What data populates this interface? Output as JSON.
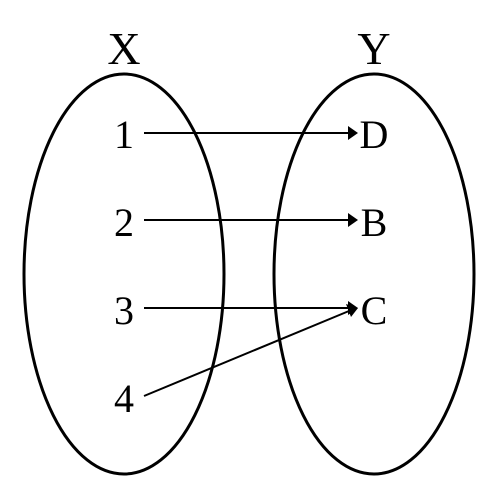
{
  "sets": {
    "domain": {
      "title": "X",
      "elements": [
        "1",
        "2",
        "3",
        "4"
      ]
    },
    "codomain": {
      "title": "Y",
      "elements": [
        "D",
        "B",
        "C"
      ]
    }
  },
  "mappings": [
    {
      "from": "1",
      "to": "D"
    },
    {
      "from": "2",
      "to": "B"
    },
    {
      "from": "3",
      "to": "C"
    },
    {
      "from": "4",
      "to": "C"
    }
  ],
  "colors": {
    "stroke": "#000000",
    "background": "#ffffff"
  }
}
